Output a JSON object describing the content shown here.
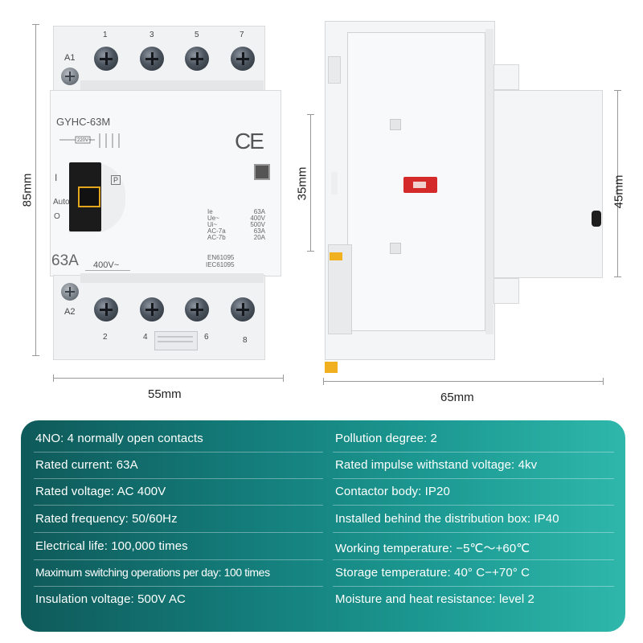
{
  "front": {
    "model": "GYHC-63M",
    "terminal_top": [
      "1",
      "3",
      "5",
      "7"
    ],
    "terminal_bottom": [
      "2",
      "4",
      "6",
      "8"
    ],
    "coil_top": "A1",
    "coil_bottom": "A2",
    "ce_mark": "CE",
    "switch_on": "I",
    "switch_auto": "Auto",
    "switch_off": "O",
    "switch_p": "P",
    "rating": "63A",
    "voltage": "400V~",
    "spec_labels": [
      "Ie",
      "Ue~",
      "Ui~",
      "AC-7a",
      "AC-7b"
    ],
    "spec_values": [
      "63A",
      "400V",
      "500V",
      "63A",
      "20A"
    ],
    "standards": [
      "EN61095",
      "IEC61095"
    ],
    "schematic_voltage": "220V~"
  },
  "dimensions": {
    "height_front": "85mm",
    "width_front": "55mm",
    "side_inner": "35mm",
    "side_depth": "45mm",
    "side_width": "65mm"
  },
  "specs": {
    "left": [
      "4NO: 4 normally open contacts",
      "Rated current: 63A",
      "Rated voltage: AC 400V",
      "Rated frequency: 50/60Hz",
      "Electrical life: 100,000 times",
      "Maximum switching operations per day: 100 times",
      "Insulation voltage: 500V AC"
    ],
    "right": [
      "Pollution degree: 2",
      "Rated impulse withstand voltage: 4kv",
      "Contactor body: IP20",
      "Installed behind the distribution box: IP40",
      "Working temperature: −5℃～+60℃",
      "Storage temperature: 40° C−+70° C",
      "Moisture and heat resistance: level 2"
    ]
  },
  "colors": {
    "panel_start": "#0f5a5a",
    "panel_end": "#2fb7ab",
    "indicator": "#d42a2a",
    "latch": "#f0b020"
  }
}
